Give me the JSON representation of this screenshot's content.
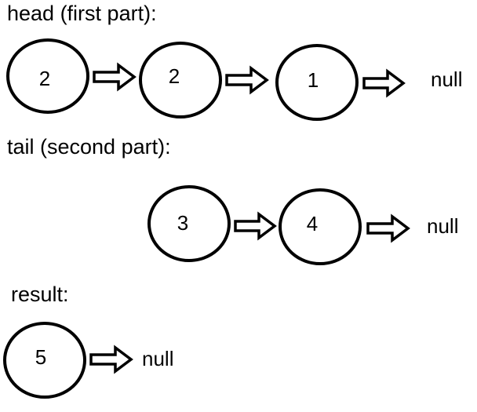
{
  "sections": [
    {
      "label": "head (first part):",
      "nodes": [
        "2",
        "2",
        "1"
      ],
      "terminator": "null"
    },
    {
      "label": "tail (second part):",
      "nodes": [
        "3",
        "4"
      ],
      "terminator": "null"
    },
    {
      "label": "result:",
      "nodes": [
        "5"
      ],
      "terminator": "null"
    }
  ]
}
